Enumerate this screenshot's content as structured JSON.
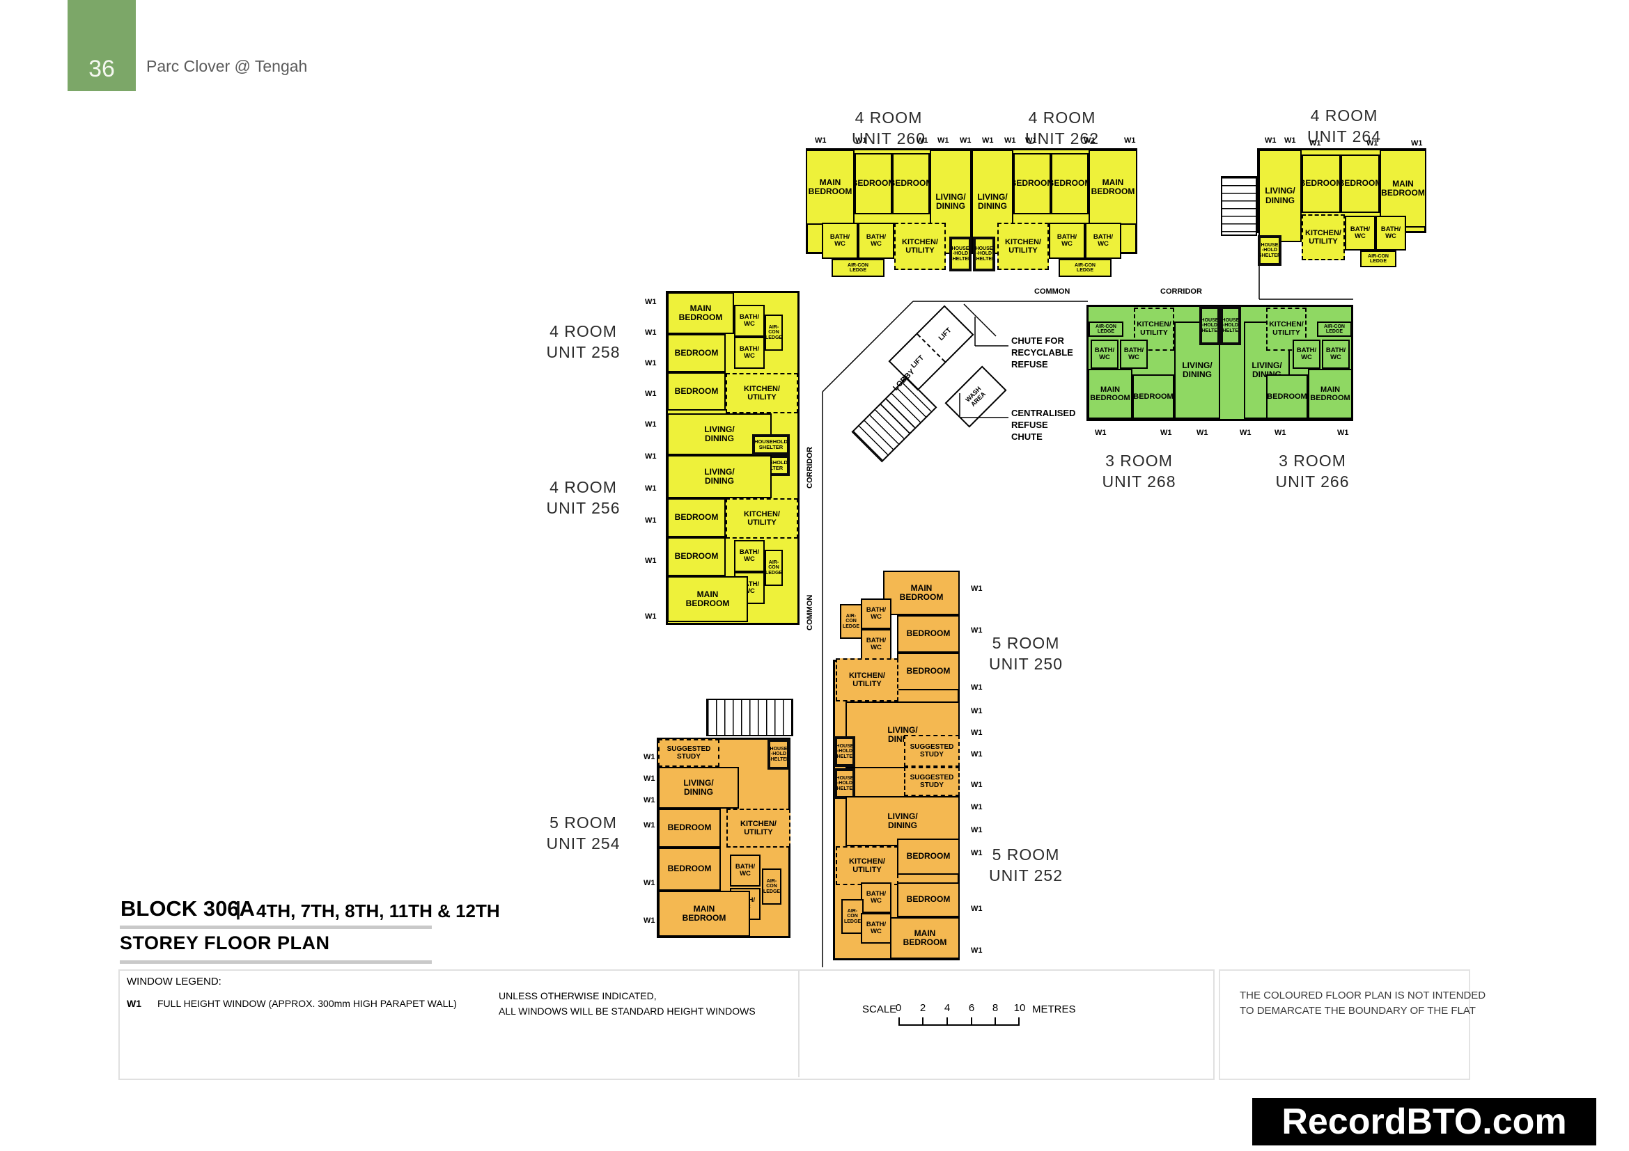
{
  "header": {
    "page": "36",
    "project": "Parc Clover @ Tengah"
  },
  "labels": {
    "main_bedroom": "MAIN\nBEDROOM",
    "bedroom": "BEDROOM",
    "living_dining": "LIVING/\nDINING",
    "bath_wc": "BATH/\nWC",
    "kitchen_utility": "KITCHEN/\nUTILITY",
    "aircon_ledge": "AIR-CON\nLEDGE",
    "household_shelter2": "HOUSEHOLD\nSHELTER",
    "household_shelter3": "HOUSE\n-HOLD\nSHELTER",
    "suggested_study": "SUGGESTED\nSTUDY",
    "w1": "W1",
    "corridor": "CORRIDOR",
    "common": "COMMON",
    "lobby": "LOBBY",
    "lift": "LIFT",
    "wash_area": "WASH\nAREA",
    "chute_recyclable": "CHUTE FOR\nRECYCLABLE\nREFUSE",
    "centralised_chute": "CENTRALISED\nREFUSE\nCHUTE"
  },
  "units": [
    {
      "type": "4 ROOM",
      "no": "UNIT 260"
    },
    {
      "type": "4 ROOM",
      "no": "UNIT 262"
    },
    {
      "type": "4 ROOM",
      "no": "UNIT 264"
    },
    {
      "type": "4 ROOM",
      "no": "UNIT 258"
    },
    {
      "type": "4 ROOM",
      "no": "UNIT 256"
    },
    {
      "type": "3 ROOM",
      "no": "UNIT 268"
    },
    {
      "type": "3 ROOM",
      "no": "UNIT 266"
    },
    {
      "type": "5 ROOM",
      "no": "UNIT 250"
    },
    {
      "type": "5 ROOM",
      "no": "UNIT 254"
    },
    {
      "type": "5 ROOM",
      "no": "UNIT 252"
    }
  ],
  "titleblock": {
    "block": "BLOCK 306A",
    "separator": "|",
    "floors": "4TH, 7TH, 8TH, 11TH & 12TH",
    "subtitle": "STOREY FLOOR PLAN"
  },
  "legend": {
    "heading": "WINDOW LEGEND:",
    "code": "W1",
    "desc": "FULL HEIGHT WINDOW (APPROX. 300mm HIGH PARAPET WALL)",
    "note": "UNLESS OTHERWISE INDICATED,\nALL WINDOWS WILL BE STANDARD HEIGHT WINDOWS"
  },
  "scale": {
    "label": "SCALE",
    "ticks": [
      "0",
      "2",
      "4",
      "6",
      "8",
      "10"
    ],
    "unit": "METRES"
  },
  "disclaimer": "THE COLOURED FLOOR PLAN IS NOT INTENDED\nTO DEMARCATE THE BOUNDARY OF THE FLAT",
  "watermark": "RecordBTO.com",
  "colors": {
    "unit_4room": "#EEF13A",
    "unit_3room": "#8FD863",
    "unit_5room": "#F4B851",
    "header_green": "#7CA768",
    "watermark_bg": "#000000"
  }
}
